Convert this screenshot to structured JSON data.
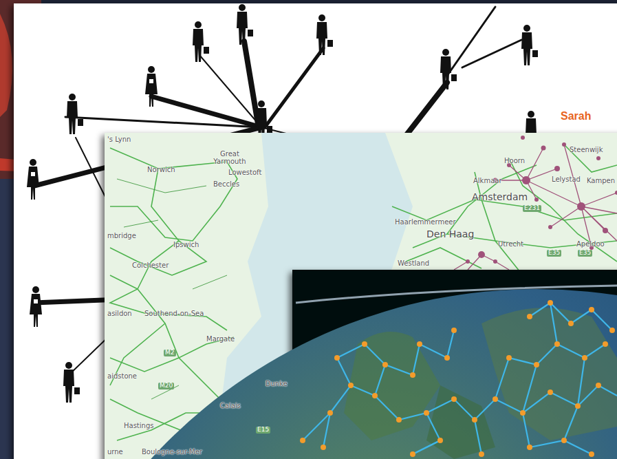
{
  "diagram": {
    "labels": [
      "Sarah",
      "'s Lynn",
      "Norwich",
      "Great Yarmouth",
      "Lowestoft",
      "Beccles",
      "mbridge",
      "Ipswich",
      "Colchester",
      "asildon",
      "Southend-on-Sea",
      "Margate",
      "aidstone",
      "M2",
      "M20",
      "Calais",
      "Dunke",
      "E15",
      "Hastings",
      "urne",
      "Boulogne-sur-Mer",
      "Steenwijk",
      "Hoorn",
      "Alkmaar",
      "Lelystad",
      "Kampen",
      "Amsterdam",
      "Haarlemmermeer",
      "Den Haag",
      "Utrecht",
      "E231",
      "Apeldoo",
      "E35",
      "E35",
      "Westland"
    ]
  }
}
